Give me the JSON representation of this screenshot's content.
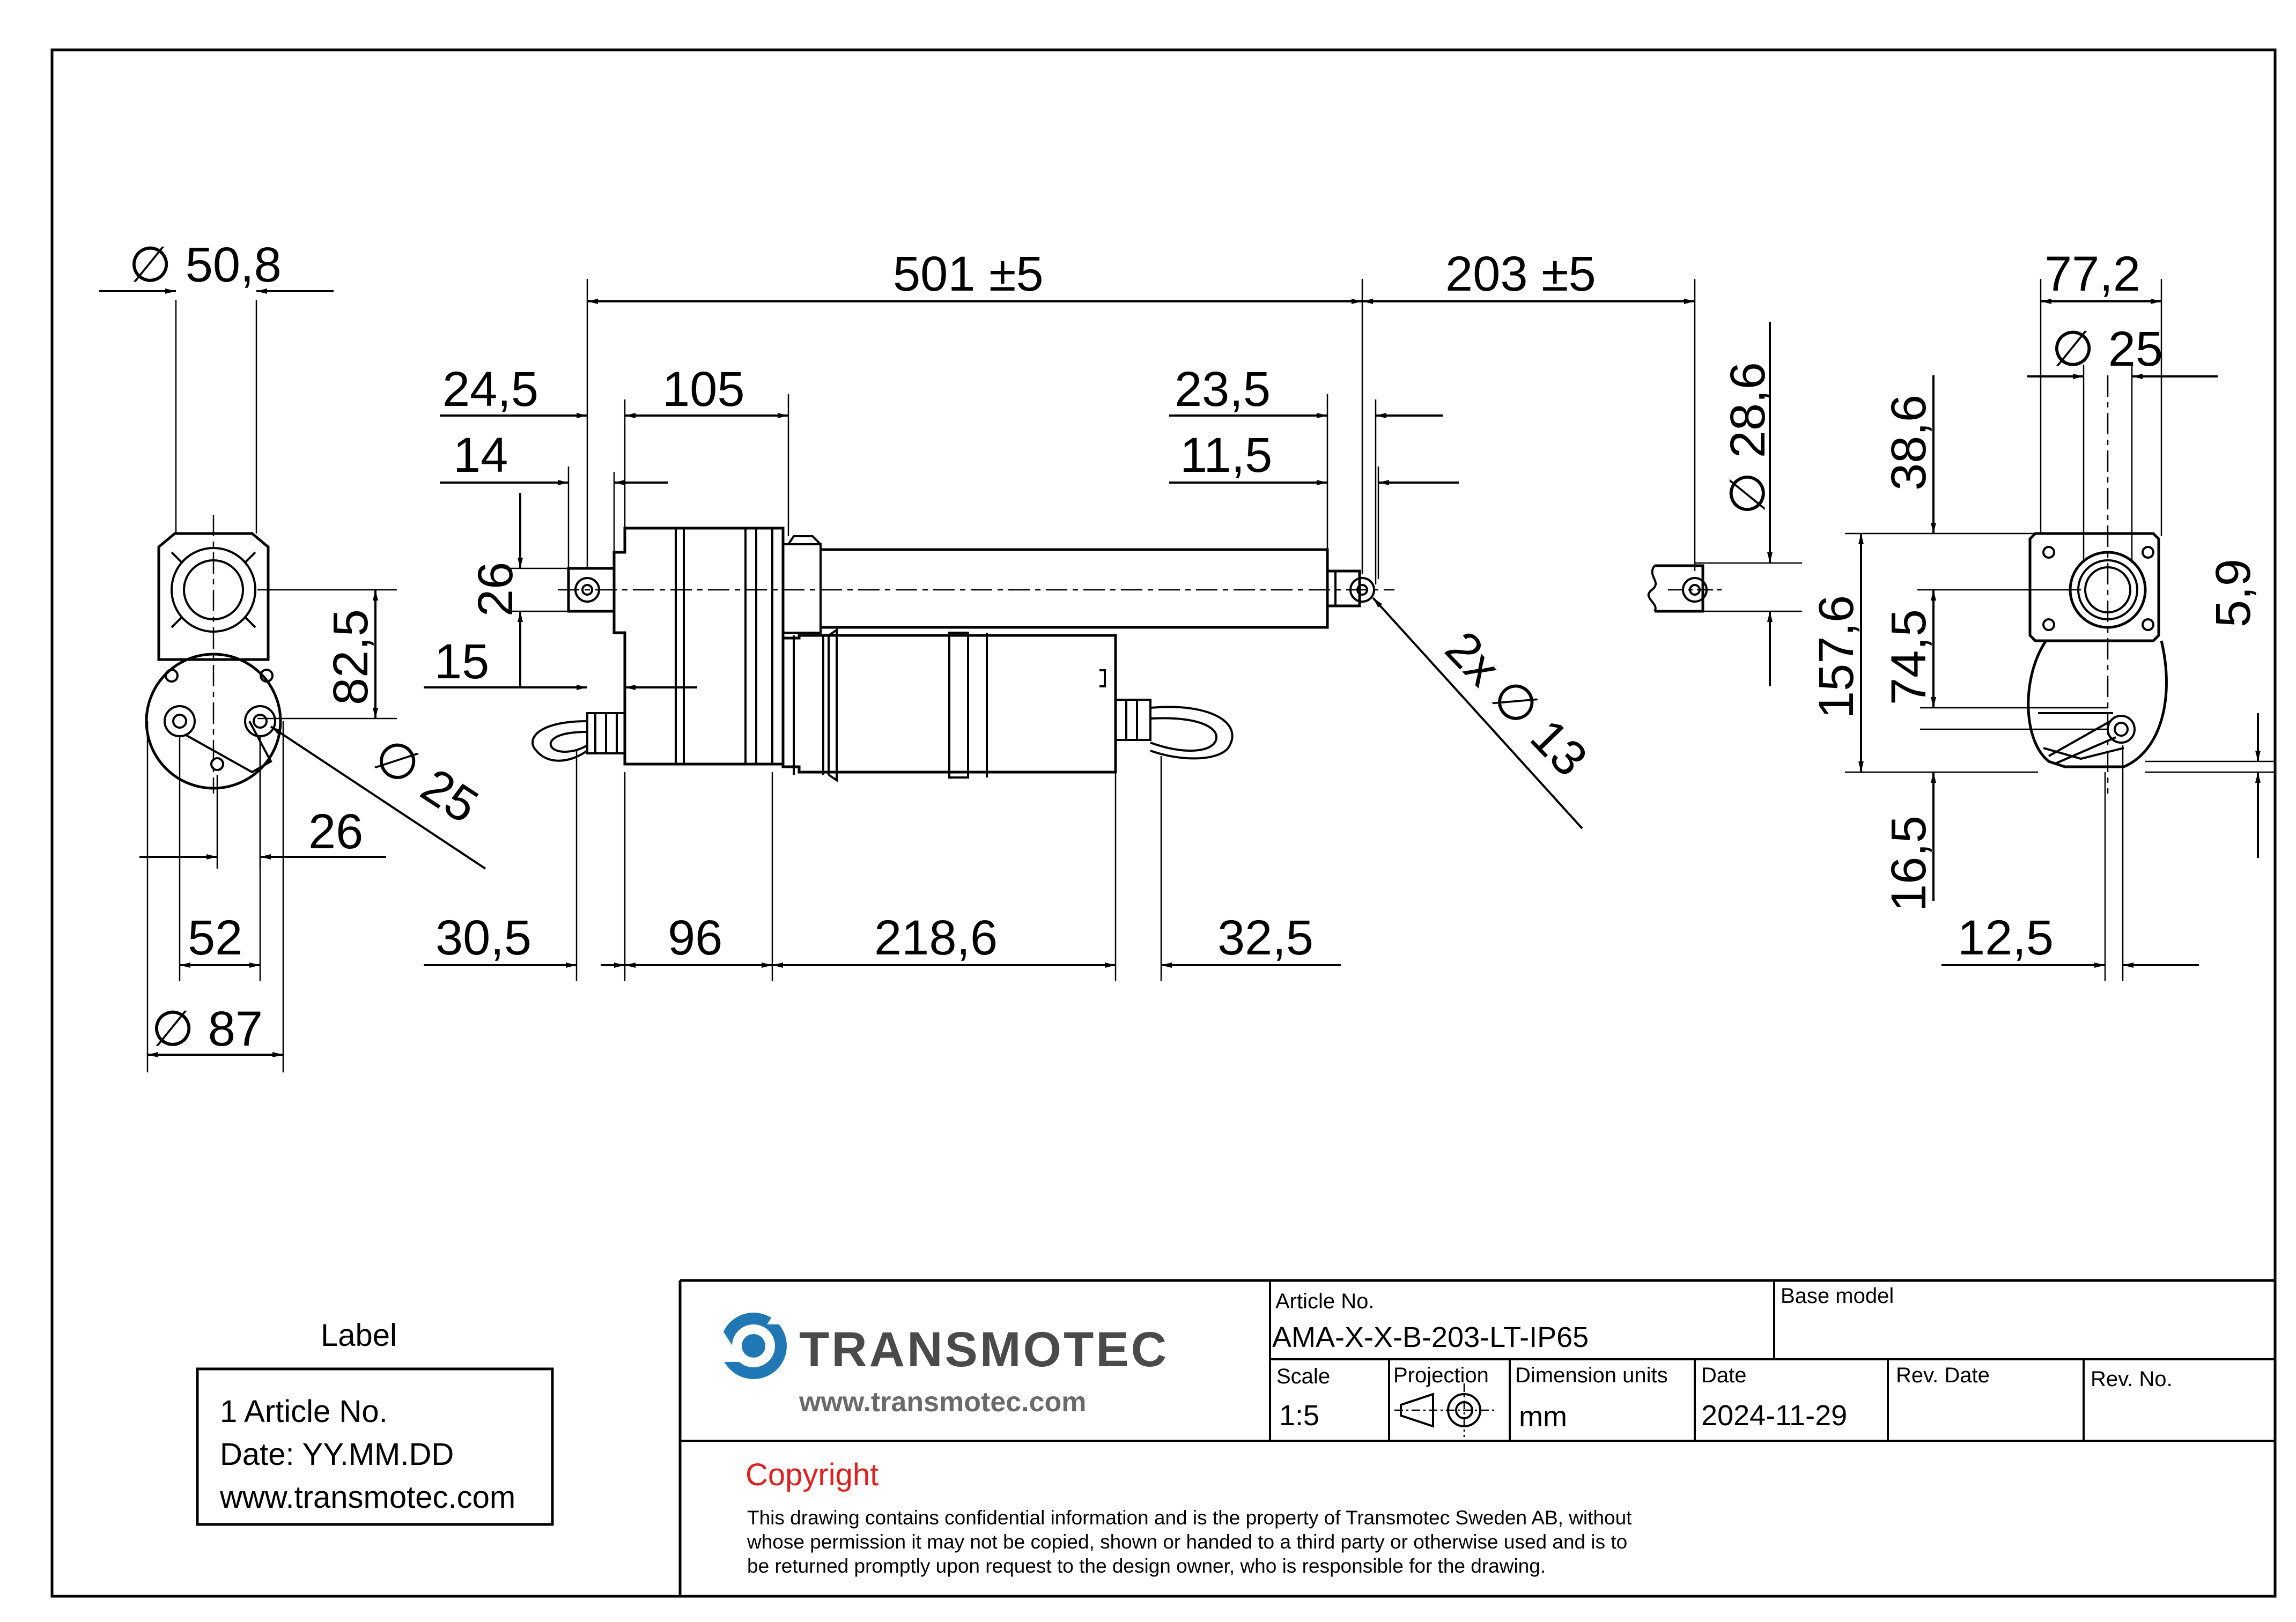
{
  "dimensions": {
    "d50_8": "∅ 50,8",
    "d501": "501 ±5",
    "d203": "203 ±5",
    "d24_5": "24,5",
    "d105": "105",
    "d14": "14",
    "d23_5": "23,5",
    "d11_5": "11,5",
    "d26v": "26",
    "d82_5": "82,5",
    "d15": "15",
    "d25hole": "∅ 25",
    "d26h": "26",
    "d52": "52",
    "d87": "∅ 87",
    "d30_5": "30,5",
    "d96": "96",
    "d218_6": "218,6",
    "d32_5": "32,5",
    "d2x13": "2x ∅ 13",
    "d28_6": "∅ 28,6",
    "d77_2": "77,2",
    "d25r": "∅ 25",
    "d38_6": "38,6",
    "d157_6": "157,6",
    "d74_5": "74,5",
    "d5_9": "5,9",
    "d16_5": "16,5",
    "d12_5": "12,5"
  },
  "label_box": {
    "title": "Label",
    "line1": "1 Article No.",
    "line2": "Date: YY.MM.DD",
    "line3": "www.transmotec.com"
  },
  "title_block": {
    "brand": "TRANSMOTEC",
    "website": "www.transmotec.com",
    "article_label": "Article No.",
    "article_value": "AMA-X-X-B-203-LT-IP65",
    "base_model_label": "Base model",
    "base_model_value": "",
    "scale_label": "Scale",
    "scale_value": "1:5",
    "projection_label": "Projection",
    "units_label": "Dimension units",
    "units_value": "mm",
    "date_label": "Date",
    "date_value": "2024-11-29",
    "rev_date_label": "Rev. Date",
    "rev_no_label": "Rev. No.",
    "copyright_heading": "Copyright",
    "copyright_line1": "This drawing contains confidential information and is the property of Transmotec Sweden AB, without",
    "copyright_line2": "whose permission it may not be copied, shown or handed to a third party or otherwise used and is to",
    "copyright_line3": "be returned promptly upon request to the design owner, who is responsible for the drawing."
  },
  "colors": {
    "logo_blue": "#1f78b4",
    "copyright_red": "#e02020"
  }
}
